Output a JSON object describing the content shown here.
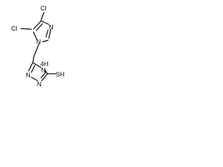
{
  "molecule": {
    "atoms": {
      "cl_top": "Cl",
      "cl_left": "Cl",
      "n_imidazole_ring": "N",
      "n_imidazole_right": "N",
      "n_triazole_left": "N",
      "n_triazole_right": "N",
      "nh_triazole": "4H",
      "n_of_nh": "N",
      "sh": "SH"
    }
  }
}
